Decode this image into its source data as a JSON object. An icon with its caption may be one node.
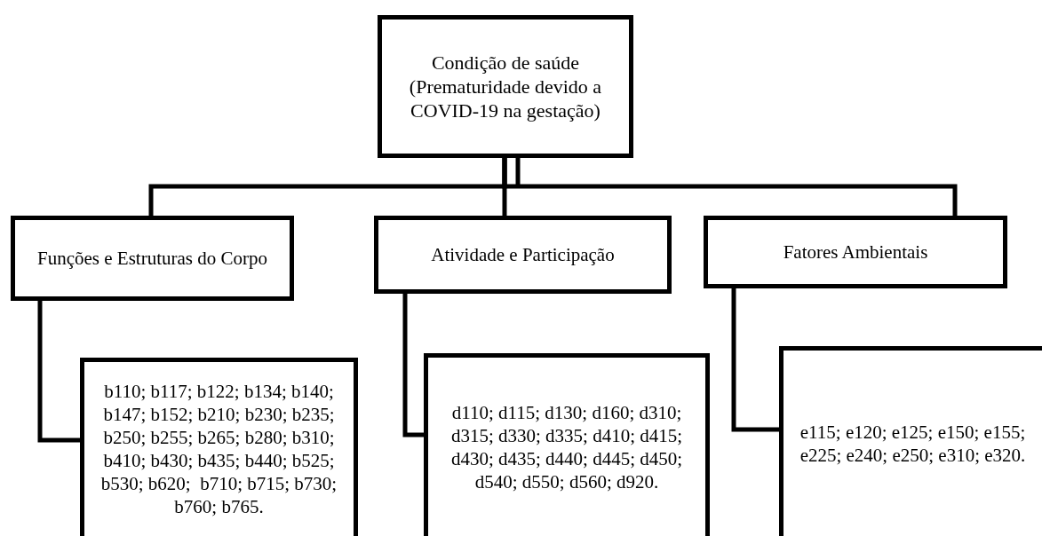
{
  "diagram": {
    "nodes": [
      {
        "text": [
          "Condição de saúde (Prematuridade devido a COVID-19 na gestação)"
        ]
      },
      {
        "text": [
          "Funções e Estruturas do Corpo"
        ]
      },
      {
        "text": [
          "Atividade e Participação"
        ]
      },
      {
        "text": [
          "Fatores Ambientais"
        ]
      },
      {
        "text": [
          "b110; b117; b122; b134; b140; b147; b152; b210; b230; b235; b250; b255; b265; b280; b310; b410; b430; b435; b440; b525; b530; b620;  b710; b715; b730; b760; b765."
        ]
      },
      {
        "text": [
          "d110; d115; d130; d160; d310; d315; d330; d335; d410; d415; d430; d435; d440; d445; d450; d540; d550; d560; d920."
        ]
      },
      {
        "text": [
          "e115; e120; e125; e150; e155; e225; e240; e250; e310; e320."
        ]
      }
    ],
    "edges": [
      {
        "from": 0,
        "to": 1,
        "arrow": "none"
      },
      {
        "from": 0,
        "to": 2,
        "arrow": "none"
      },
      {
        "from": 0,
        "to": 3,
        "arrow": "none"
      },
      {
        "from": 1,
        "to": 4,
        "arrow": "none"
      },
      {
        "from": 2,
        "to": 5,
        "arrow": "none"
      },
      {
        "from": 3,
        "to": 6,
        "arrow": "none"
      }
    ]
  }
}
